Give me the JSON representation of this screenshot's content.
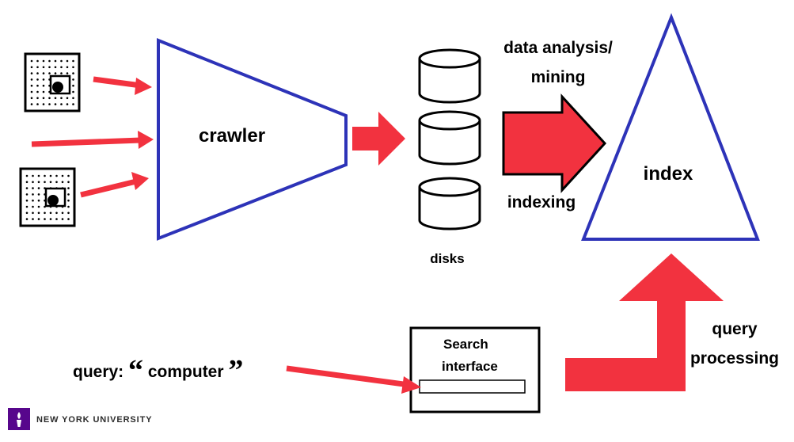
{
  "labels": {
    "crawler": "crawler",
    "disks": "disks",
    "data_analysis_line1": "data analysis/",
    "data_analysis_line2": "mining",
    "indexing": "indexing",
    "index": "index",
    "query_processing_line1": "query",
    "query_processing_line2": "processing",
    "search_interface_line1": "Search",
    "search_interface_line2": "interface",
    "query_prefix": "query: ",
    "query_open_quote": "“",
    "query_term": "computer",
    "query_close_quote": "”"
  },
  "branding": {
    "university": "NEW YORK UNIVERSITY",
    "logo_color": "#57068c"
  },
  "colors": {
    "arrow_red": "#f2323f",
    "outline_blue": "#2d33b8",
    "stroke_black": "#000000"
  },
  "icons": {
    "web_page": "web-page-icon",
    "disk": "disk-cylinder-icon",
    "logo": "nyu-torch-icon"
  }
}
